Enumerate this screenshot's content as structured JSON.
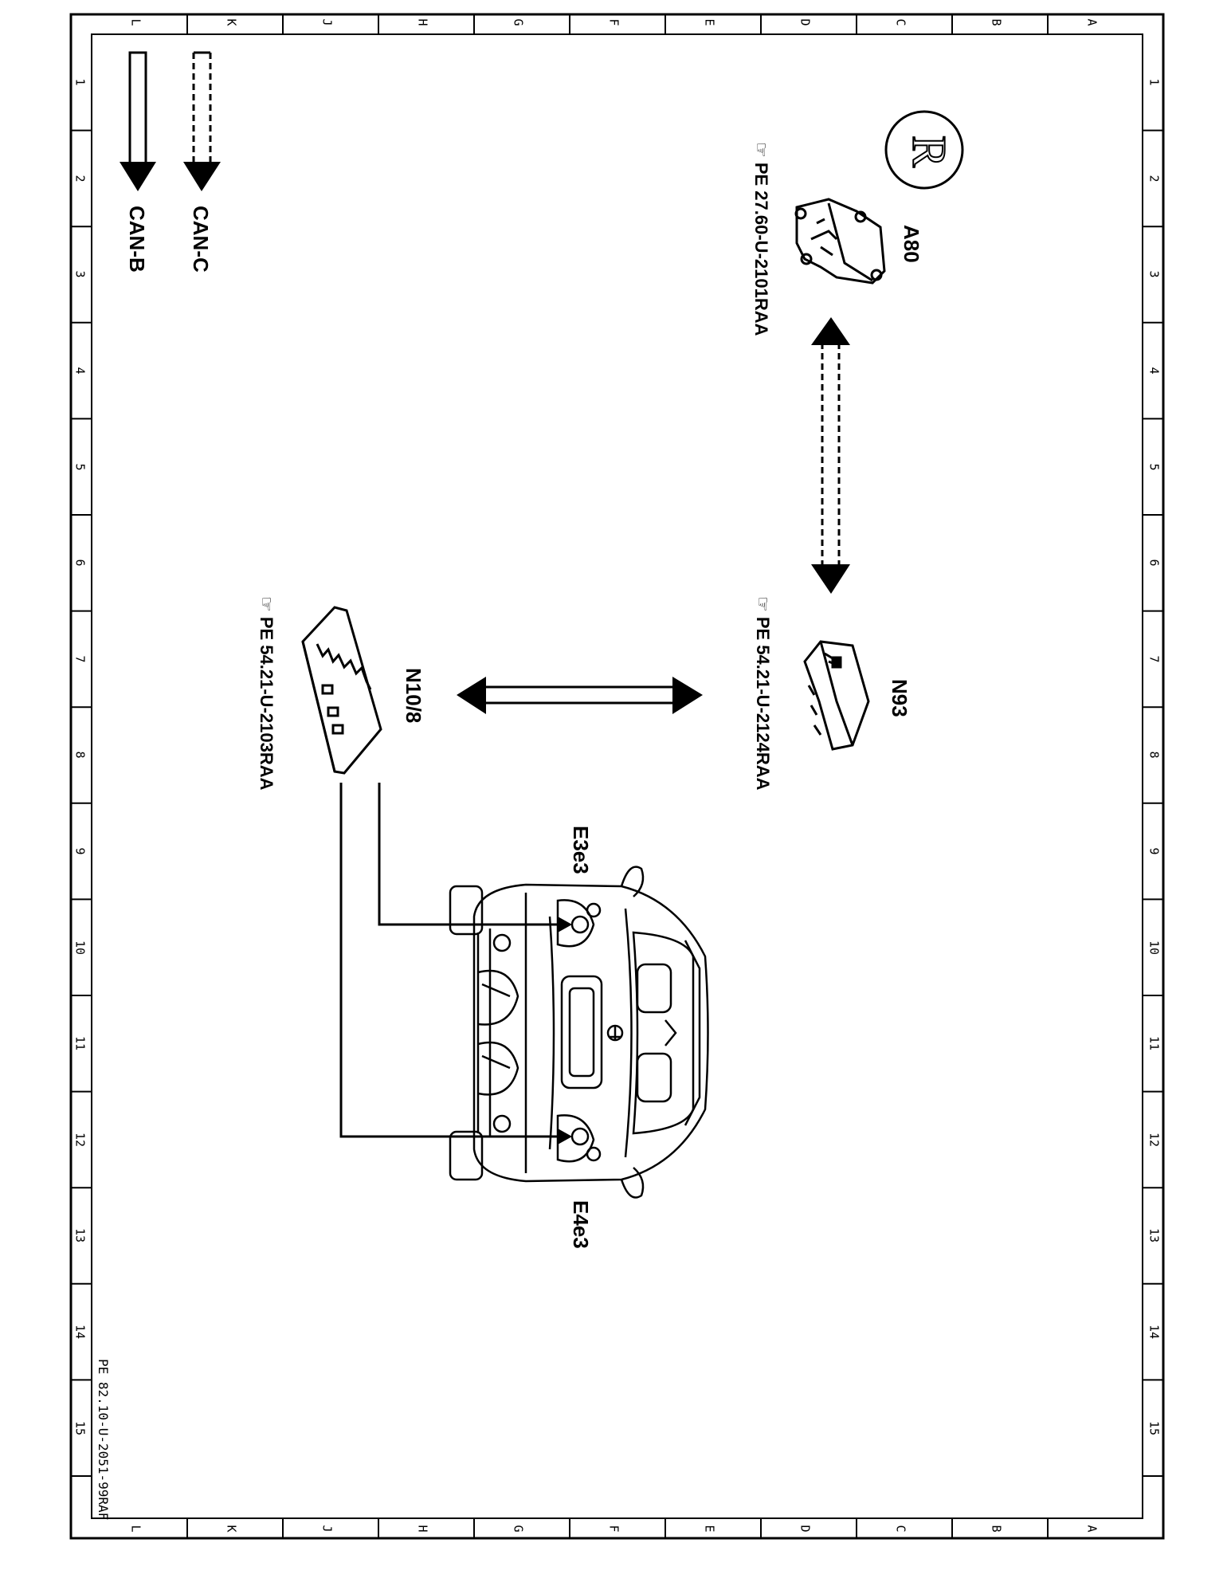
{
  "frame": {
    "col_letters": [
      "L",
      "K",
      "J",
      "H",
      "G",
      "F",
      "E",
      "D",
      "C",
      "B",
      "A"
    ],
    "row_numbers": [
      "1",
      "2",
      "3",
      "4",
      "5",
      "6",
      "7",
      "8",
      "9",
      "10",
      "11",
      "12",
      "13",
      "14",
      "15"
    ]
  },
  "legend": {
    "can_c_label": "CAN-C",
    "can_b_label": "CAN-B"
  },
  "components": {
    "a80_label": "A80",
    "a80_symbol": "R",
    "a80_ref": "PE 27.60-U-2101RAA",
    "n93_label": "N93",
    "n93_ref": "PE 54.21-U-2124RAA",
    "n108_label": "N10/8",
    "n108_ref": "PE 54.21-U-2103RAA",
    "e3e3_label": "E3e3",
    "e4e3_label": "E4e3"
  },
  "doc_id": "PE 82.10-U-2051-99RAF"
}
